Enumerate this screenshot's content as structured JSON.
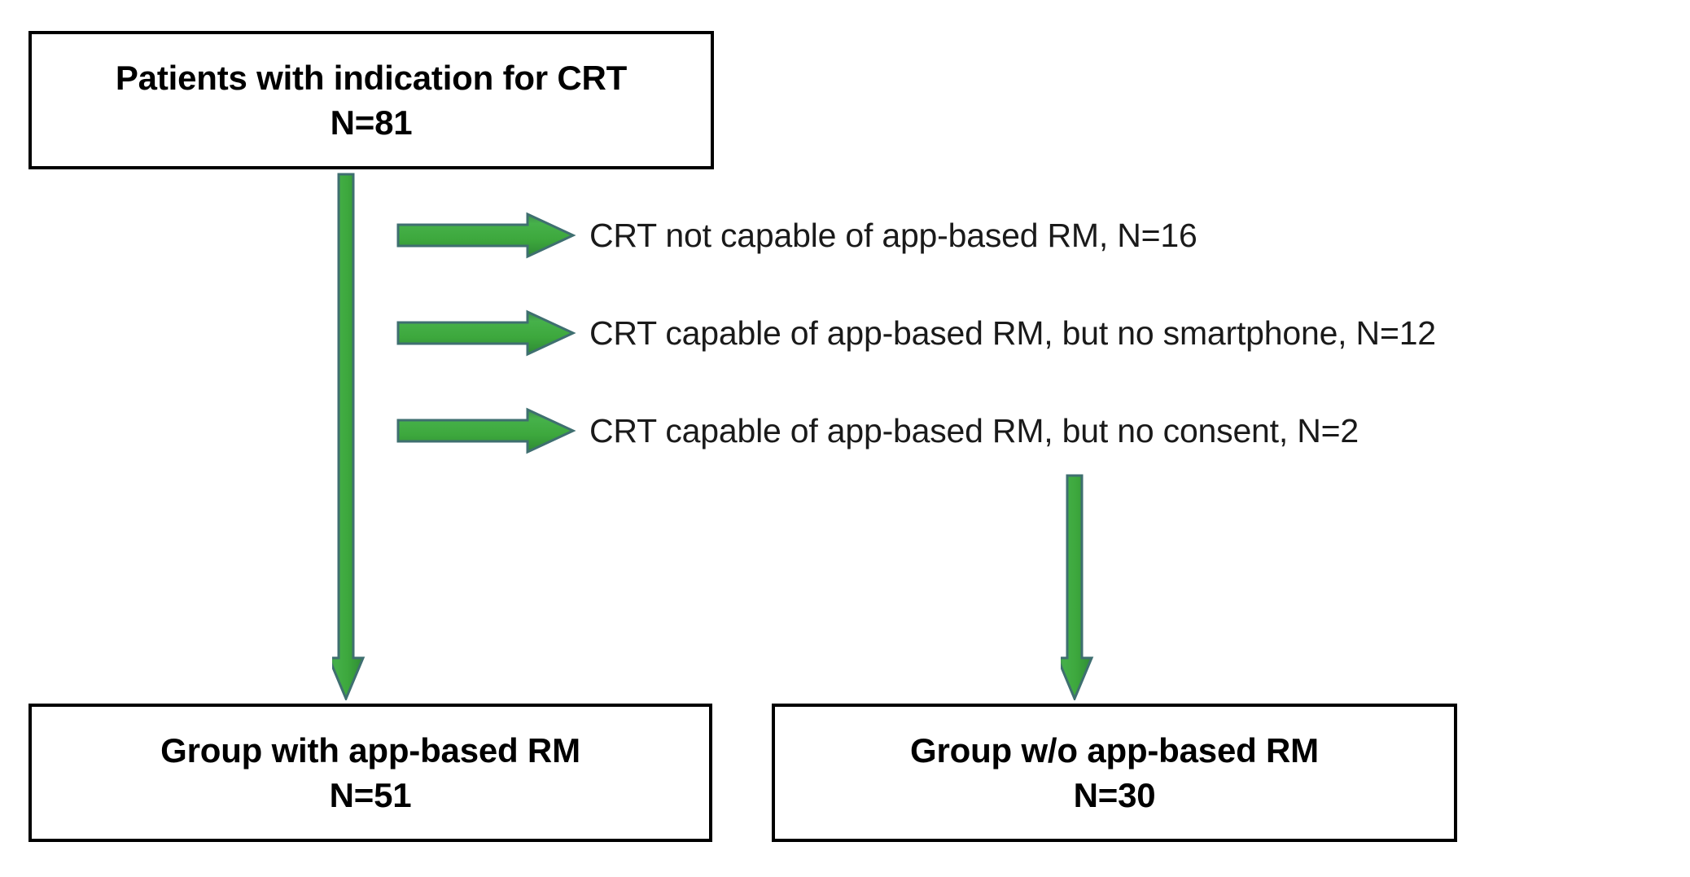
{
  "diagram": {
    "type": "patient-flow-chart",
    "accent_color": "#3DA93E",
    "accent_border_color": "#3F6F70",
    "box_border_color": "#000000",
    "text_color": "#000000",
    "boxes": {
      "top": {
        "line1": "Patients with indication for CRT",
        "line2": "N=81",
        "count": 81
      },
      "bottom_left": {
        "line1": "Group with app-based RM",
        "line2": "N=51",
        "count": 51
      },
      "bottom_right": {
        "line1": "Group w/o app-based RM",
        "line2": "N=30",
        "count": 30
      }
    },
    "exclusions": [
      {
        "label": "CRT not capable of app-based RM, N=16",
        "count": 16
      },
      {
        "label": "CRT capable of app-based RM, but no smartphone, N=12",
        "count": 12
      },
      {
        "label": "CRT capable of app-based RM, but no consent, N=2",
        "count": 2
      }
    ],
    "arrows": {
      "main_down": "arrow-down-icon",
      "right_down": "arrow-down-icon",
      "exclusion_right": "arrow-right-icon"
    }
  }
}
